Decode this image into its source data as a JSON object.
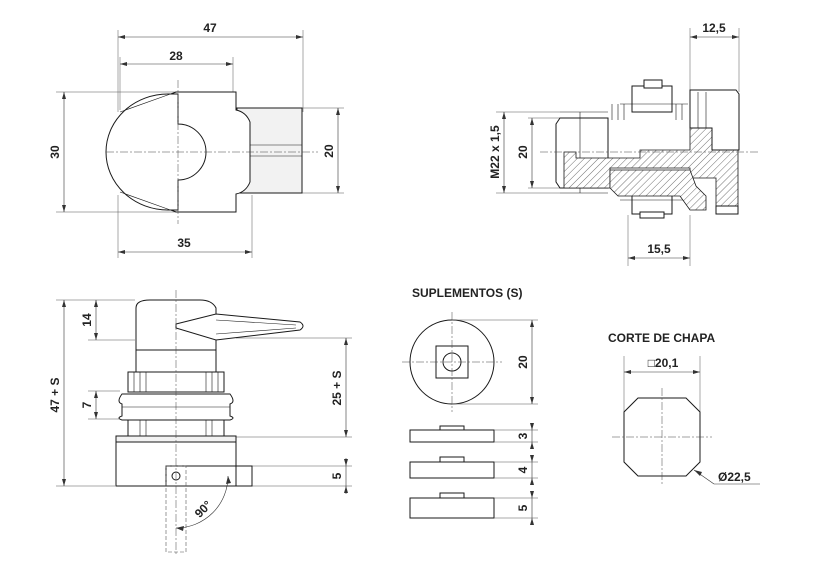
{
  "front_view": {
    "width_overall": "47",
    "width_body": "28",
    "height": "30",
    "key_height": "20",
    "width_bottom": "35"
  },
  "side_view": {
    "thread": "M22 x 1,5",
    "diameter": "20",
    "nut_width": "12,5",
    "length": "15,5"
  },
  "elevation_view": {
    "total_height": "47 + S",
    "cap_height": "14",
    "nut_height": "7",
    "panel_height": "25 + S",
    "cam_thickness": "5",
    "rotation_angle": "90°"
  },
  "spacers": {
    "title": "SUPLEMENTOS (S)",
    "diameter": "20",
    "thickness_1": "3",
    "thickness_2": "4",
    "thickness_3": "5"
  },
  "panel_cutout": {
    "title": "CORTE DE CHAPA",
    "square": "□20,1",
    "diameter": "Ø22,5"
  }
}
